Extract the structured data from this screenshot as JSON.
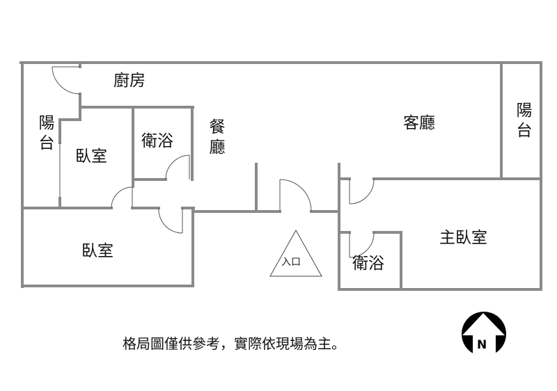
{
  "rooms": {
    "kitchen": "廚房",
    "balcony_left": "陽台",
    "bedroom_small": "臥室",
    "bath_left": "衛浴",
    "dining": "餐廳",
    "living": "客廳",
    "balcony_right": "陽台",
    "bedroom_bottom": "臥室",
    "entrance": "入口",
    "bath_master": "衛浴",
    "master_bedroom": "主臥室"
  },
  "note": "格局圖僅供參考，實際依現場為主。",
  "compass": {
    "label": "N"
  }
}
